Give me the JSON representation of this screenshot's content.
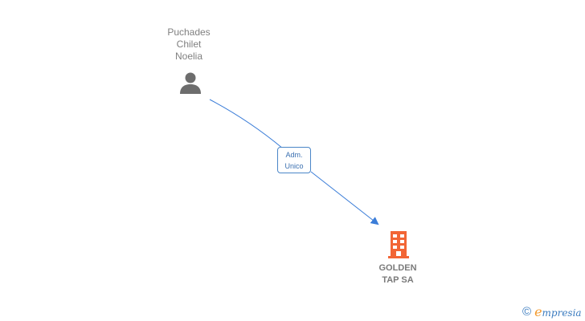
{
  "nodes": {
    "person": {
      "name_lines": [
        "Puchades",
        "Chilet",
        "Noelia"
      ],
      "icon": "person-icon"
    },
    "company": {
      "name_lines": [
        "GOLDEN",
        "TAP SA"
      ],
      "icon": "building-icon",
      "color": "#f26535"
    }
  },
  "edges": [
    {
      "from": "person",
      "to": "company",
      "label_lines": [
        "Adm.",
        "Unico"
      ],
      "color": "#3b7dd8"
    }
  ],
  "brand": {
    "copyright_symbol": "©",
    "initial": "e",
    "rest": "mpresia"
  }
}
